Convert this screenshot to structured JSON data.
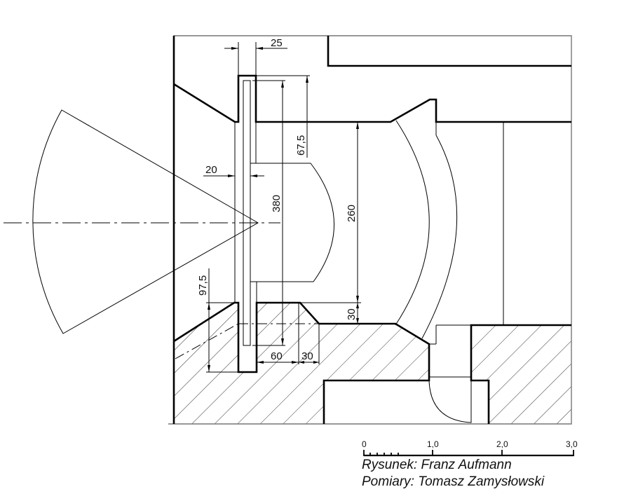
{
  "dimensions": {
    "slot_width": "25",
    "lens_offset_top": "67,5",
    "lens_thickness": "20",
    "lens_height": "380",
    "opening_height": "260",
    "bottom_step": "30",
    "lower_offset": "97,5",
    "bottom_depth": "60",
    "bevel_width": "30"
  },
  "scale_bar": {
    "labels": [
      "0",
      "1,0",
      "2,0",
      "3,0"
    ]
  },
  "credits": {
    "drawing": "Rysunek: Franz Aufmann",
    "measurements": "Pomiary: Tomasz Zamysłowski"
  }
}
